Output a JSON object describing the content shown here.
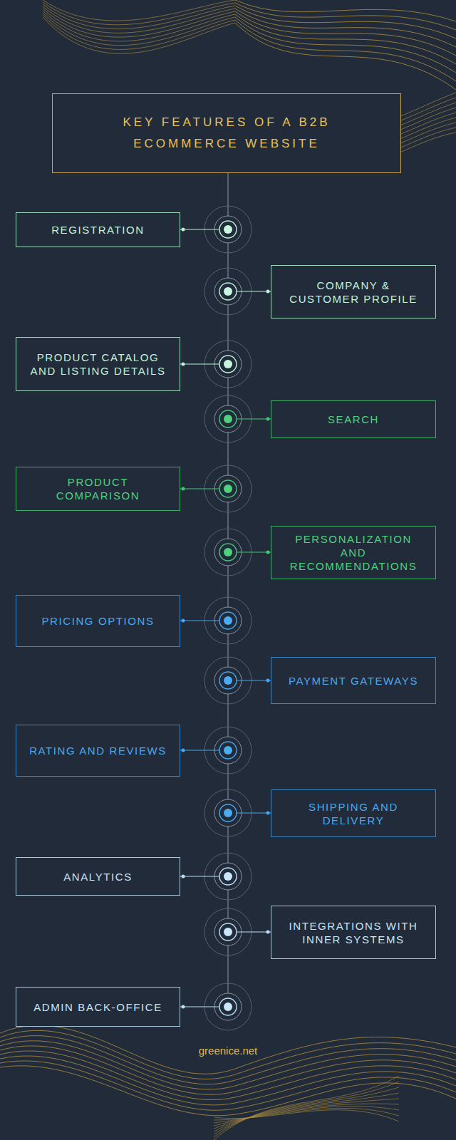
{
  "diagram": {
    "title": "KEY FEATURES OF A B2B ECOMMERCE WEBSITE",
    "nodes": [
      {
        "text": [
          "REGISTRATION"
        ]
      },
      {
        "text": [
          "COMPANY & CUSTOMER PROFILE"
        ]
      },
      {
        "text": [
          "PRODUCT CATALOG AND LISTING DETAILS"
        ]
      },
      {
        "text": [
          "SEARCH"
        ]
      },
      {
        "text": [
          "PRODUCT COMPARISON"
        ]
      },
      {
        "text": [
          "PERSONALIZATION AND RECOMMENDATIONS"
        ]
      },
      {
        "text": [
          "PRICING OPTIONS"
        ]
      },
      {
        "text": [
          "PAYMENT GATEWAYS"
        ]
      },
      {
        "text": [
          "RATING AND REVIEWS"
        ]
      },
      {
        "text": [
          "SHIPPING AND DELIVERY"
        ]
      },
      {
        "text": [
          "ANALYTICS"
        ]
      },
      {
        "text": [
          "INTEGRATIONS WITH INNER SYSTEMS"
        ]
      },
      {
        "text": [
          "ADMIN BACK-OFFICE"
        ]
      }
    ],
    "labels": [
      "greenice.net"
    ]
  }
}
